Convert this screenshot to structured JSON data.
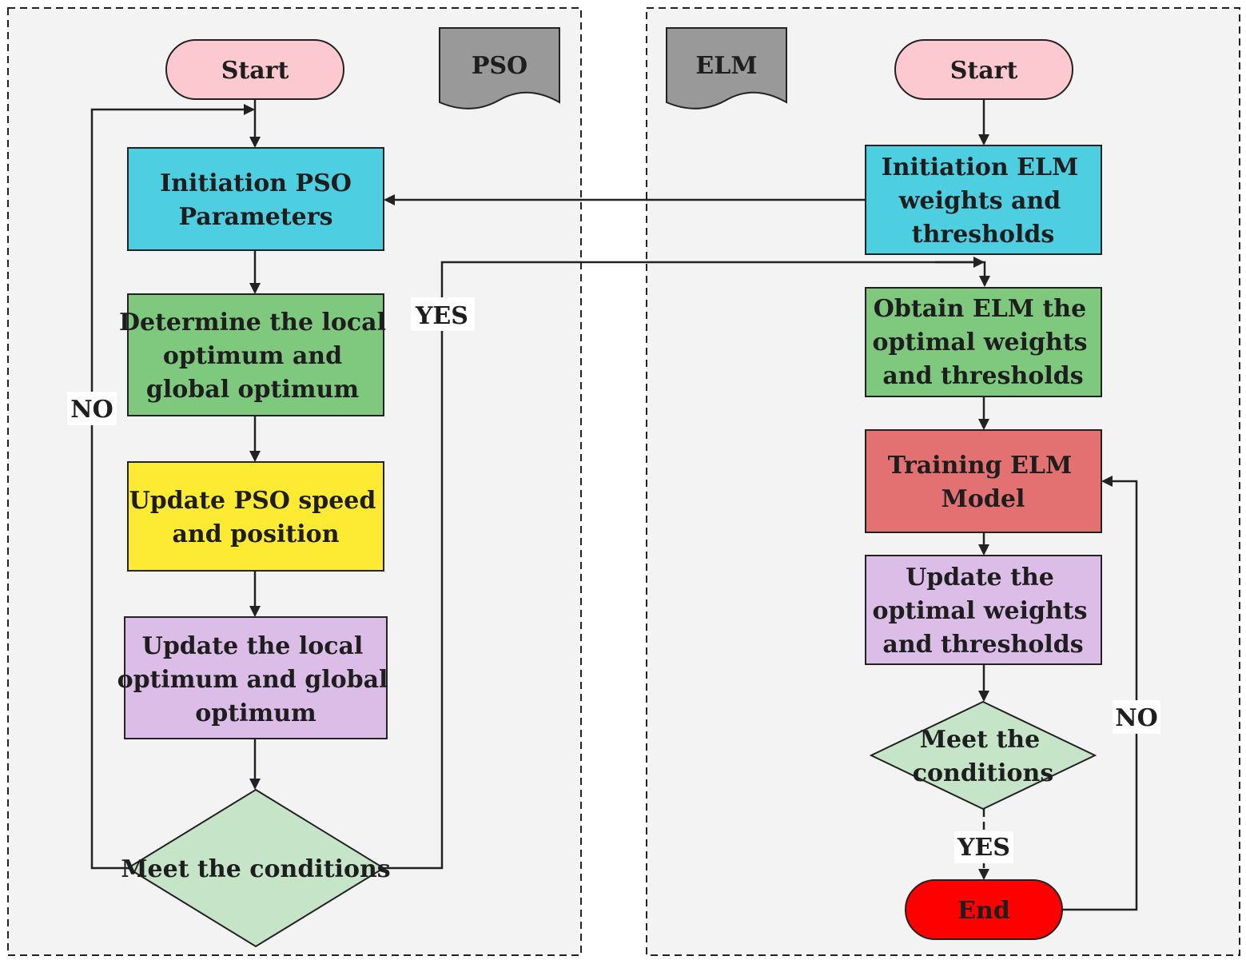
{
  "panels": {
    "left_tag": "PSO",
    "right_tag": "ELM"
  },
  "pso": {
    "start": "Start",
    "init": [
      "Initiation PSO",
      "Parameters"
    ],
    "determine": [
      "Determine the local",
      "optimum and",
      "global optimum"
    ],
    "update_speed": [
      "Update PSO speed",
      "and position"
    ],
    "update_optimum": [
      "Update the local",
      "optimum and global",
      "optimum"
    ],
    "condition": "Meet the conditions",
    "no_label": "NO",
    "yes_label": "YES"
  },
  "elm": {
    "start": "Start",
    "init": [
      "Initiation ELM",
      "weights and",
      "thresholds"
    ],
    "obtain": [
      "Obtain ELM the",
      "optimal weights",
      "and thresholds"
    ],
    "training": [
      "Training ELM",
      "Model"
    ],
    "update": [
      "Update  the",
      "optimal weights",
      "and thresholds"
    ],
    "condition": [
      "Meet the",
      "conditions"
    ],
    "end": "End",
    "yes_label": "YES",
    "no_label": "NO"
  },
  "colors": {
    "start_fill": "#fbc9cf",
    "init_fill": "#4dcfe1",
    "determine_fill": "#7fc97f",
    "update_speed_fill": "#fdea33",
    "update_optimum_fill": "#dcbde7",
    "condition_fill": "#c6e5c8",
    "training_fill": "#e47171",
    "end_fill": "#ff0000",
    "tag_fill": "#999999",
    "panel_fill": "#f3f3f3"
  }
}
